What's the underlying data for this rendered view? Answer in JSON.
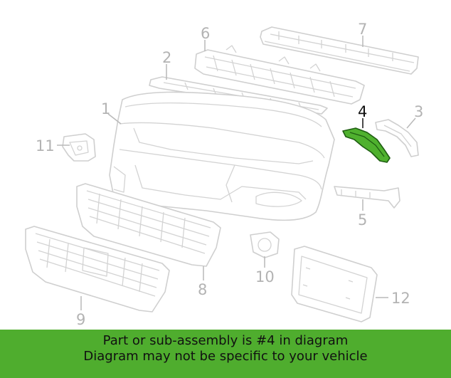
{
  "diagram": {
    "highlight_color": "#4fb12e",
    "highlighted_callout": "4",
    "callouts": {
      "c1": "1",
      "c2": "2",
      "c3": "3",
      "c4": "4",
      "c5": "5",
      "c6": "6",
      "c7": "7",
      "c8": "8",
      "c9": "9",
      "c10": "10",
      "c11": "11",
      "c12": "12"
    }
  },
  "banner": {
    "background": "#4fad2e",
    "line1": "Part or sub-assembly is #4 in diagram",
    "line2": "Diagram may not be specific to your vehicle"
  }
}
